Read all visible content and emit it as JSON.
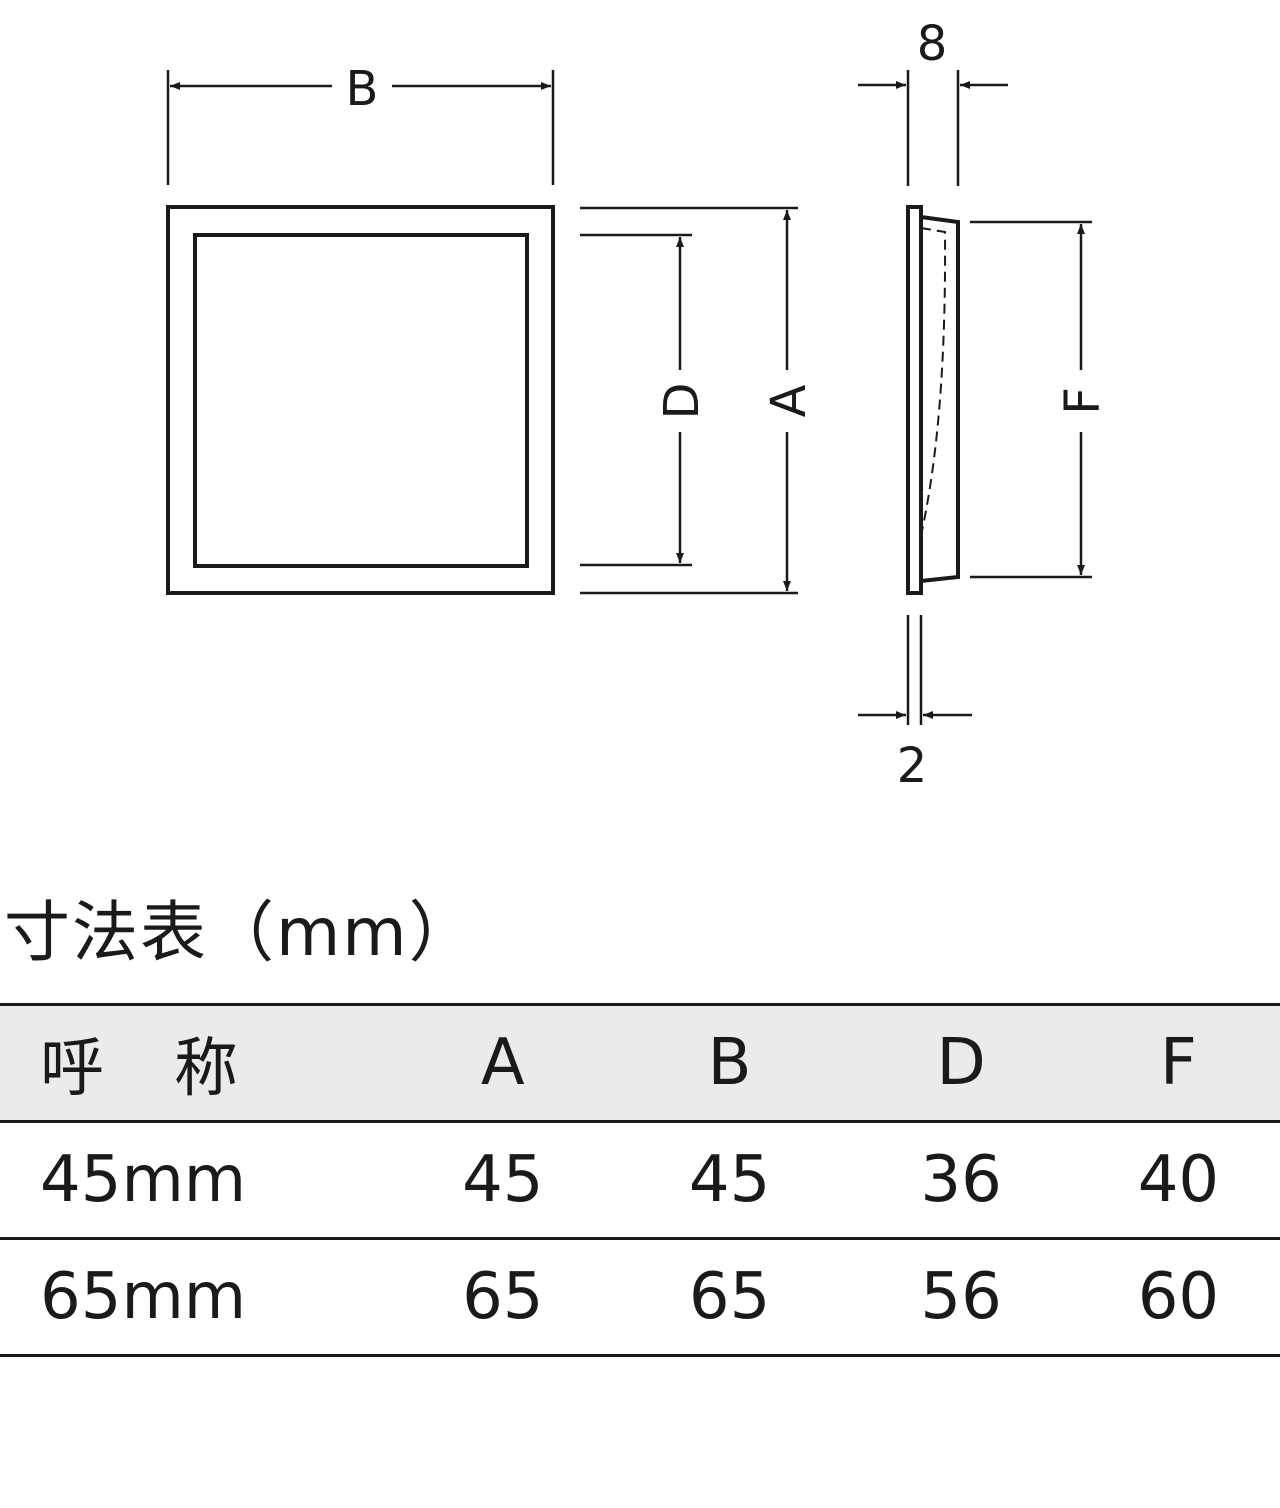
{
  "drawing": {
    "labels": {
      "B": "B",
      "A": "A",
      "D": "D",
      "F": "F",
      "thickness_total": "8",
      "thickness_plate": "2"
    }
  },
  "table": {
    "title": "寸法表（mm）",
    "headers": [
      "呼称",
      "A",
      "B",
      "D",
      "F"
    ],
    "rows": [
      [
        "45mm",
        "45",
        "45",
        "36",
        "40"
      ],
      [
        "65mm",
        "65",
        "65",
        "56",
        "60"
      ]
    ]
  }
}
